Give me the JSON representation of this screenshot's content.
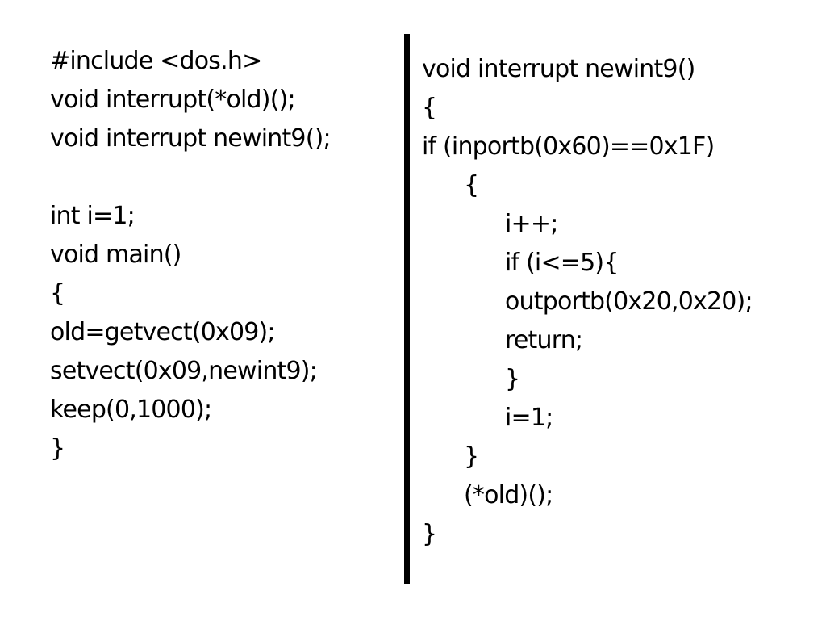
{
  "left_code": {
    "line_1": "#include <dos.h>",
    "line_2": "void interrupt(*old)();",
    "line_3": "void interrupt newint9();",
    "line_4": "int i=1;",
    "line_5": "void main()",
    "line_6": "{",
    "line_7": "old=getvect(0x09);",
    "line_8": "setvect(0x09,newint9);",
    "line_9": "keep(0,1000);",
    "line_10": "}"
  },
  "right_code": {
    "line_1": "void interrupt newint9()",
    "line_2": "{",
    "line_3": "if (inportb(0x60)==0x1F)",
    "line_4": "{",
    "line_5": "i++;",
    "line_6": "if (i<=5){",
    "line_7": "outportb(0x20,0x20);",
    "line_8": "return;",
    "line_9": "}",
    "line_10": "i=1;",
    "line_11": "}",
    "line_12": "(*old)();",
    "line_13": "}"
  }
}
